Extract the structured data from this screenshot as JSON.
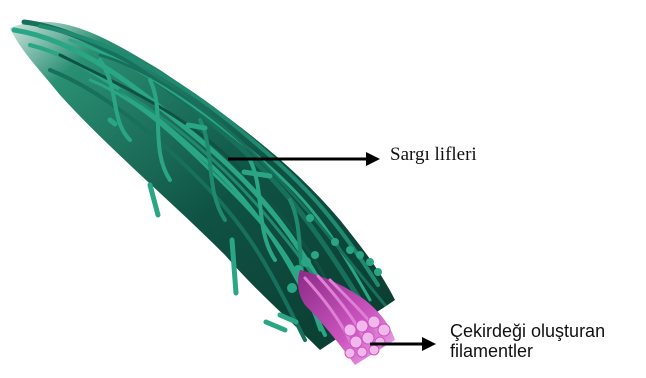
{
  "labels": {
    "wrapping_fibers": "Sargı lifleri",
    "core_filaments_line1": "Çekirdeği oluşturan",
    "core_filaments_line2": "filamentler"
  },
  "colors": {
    "wrap_fiber_dark": "#0a3a2e",
    "wrap_fiber_mid": "#17705c",
    "wrap_fiber_light": "#2aa685",
    "core_fiber": "#cc55c0",
    "core_fiber_light": "#f2b8ec",
    "arrow": "#000000"
  }
}
